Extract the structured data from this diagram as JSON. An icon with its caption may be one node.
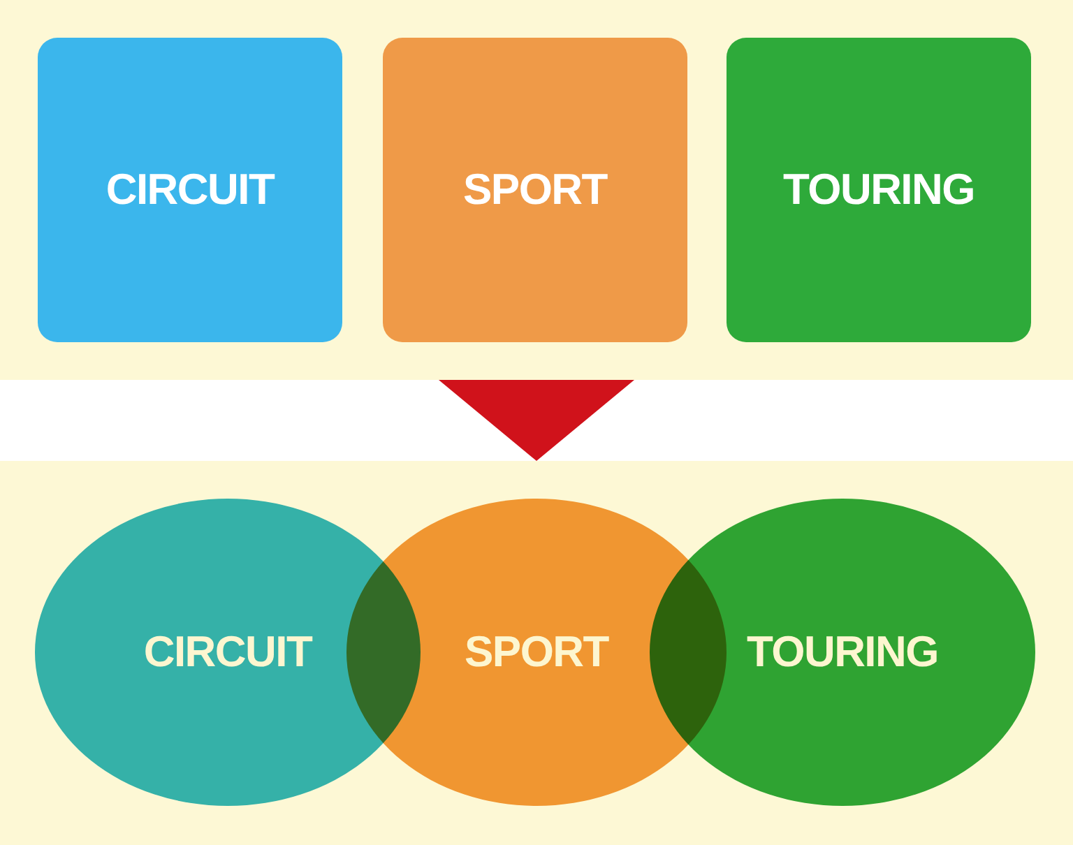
{
  "diagram": {
    "nodes": [
      {
        "text": [],
        "shape": "band"
      },
      {
        "text": [
          "CIRCUIT"
        ],
        "in": 0
      },
      {
        "text": [
          "SPORT"
        ],
        "in": 0
      },
      {
        "text": [
          "TOURING"
        ],
        "in": 0
      },
      {
        "text": [],
        "shape": "band"
      },
      {
        "text": [
          "CIRCUIT"
        ],
        "in": 4
      },
      {
        "text": [
          "SPORT"
        ],
        "in": 4
      },
      {
        "text": [
          "TOURING"
        ],
        "in": 4
      }
    ],
    "edges": [
      {
        "from": 0,
        "to": 4,
        "arrow": "to"
      }
    ]
  }
}
